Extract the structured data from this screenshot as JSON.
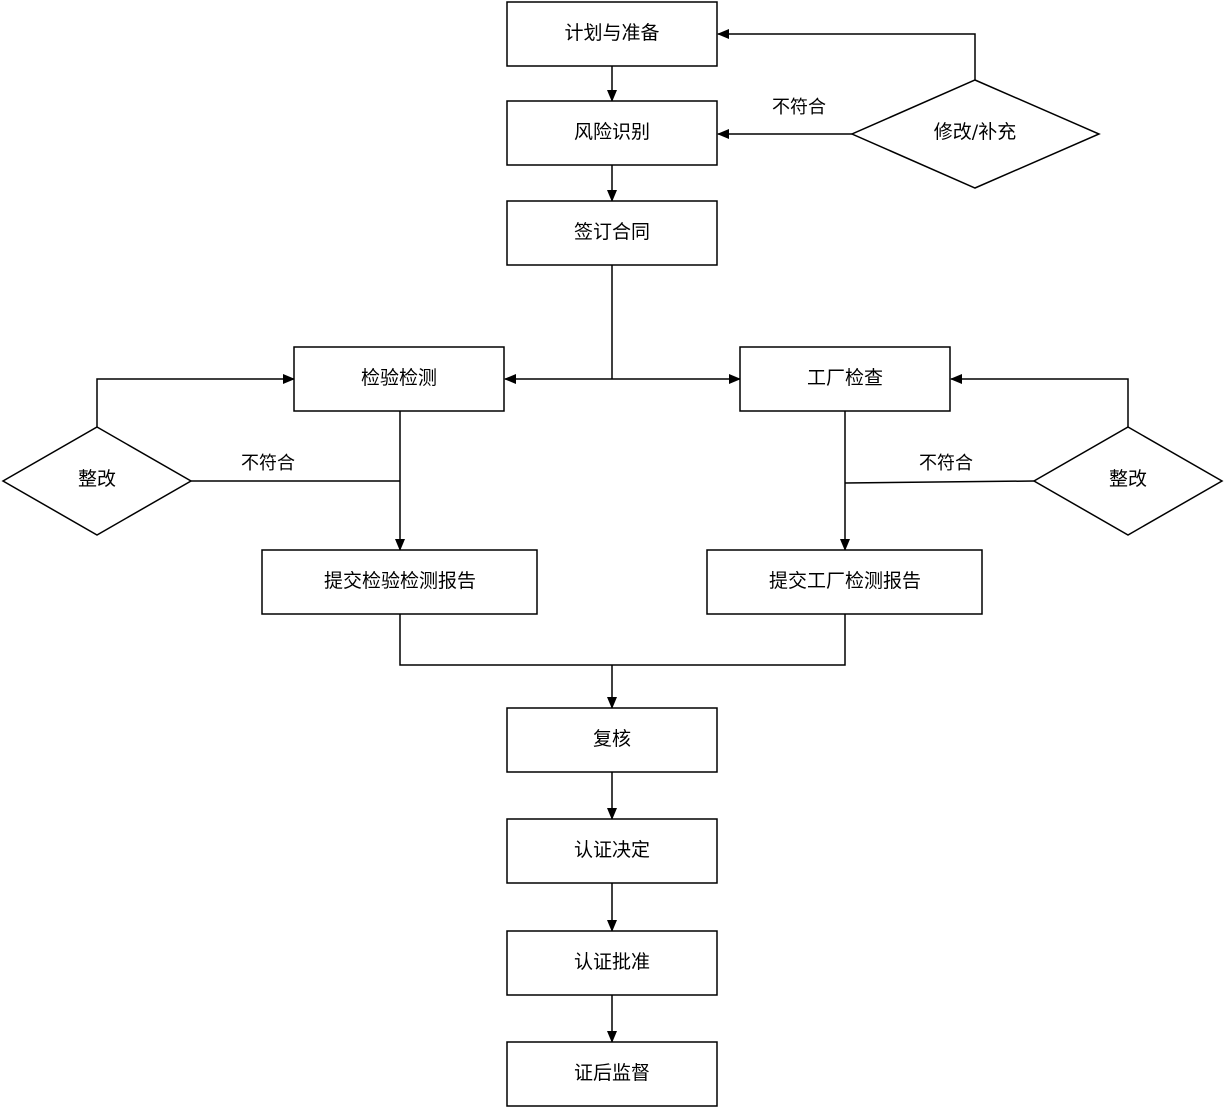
{
  "colors": {
    "stroke": "#000000",
    "background": "#ffffff"
  },
  "nodes": {
    "plan": "计划与准备",
    "risk": "风险识别",
    "contract": "签订合同",
    "inspection": "检验检测",
    "factory": "工厂检查",
    "submit_inspection": "提交检验检测报告",
    "submit_factory": "提交工厂检测报告",
    "review": "复核",
    "decision": "认证决定",
    "approval": "认证批准",
    "supervision": "证后监督"
  },
  "decisions": {
    "revise": "修改/补充",
    "rectify_left": "整改",
    "rectify_right": "整改"
  },
  "edge_labels": {
    "top_nonconform": "不符合",
    "left_nonconform": "不符合",
    "right_nonconform": "不符合"
  }
}
